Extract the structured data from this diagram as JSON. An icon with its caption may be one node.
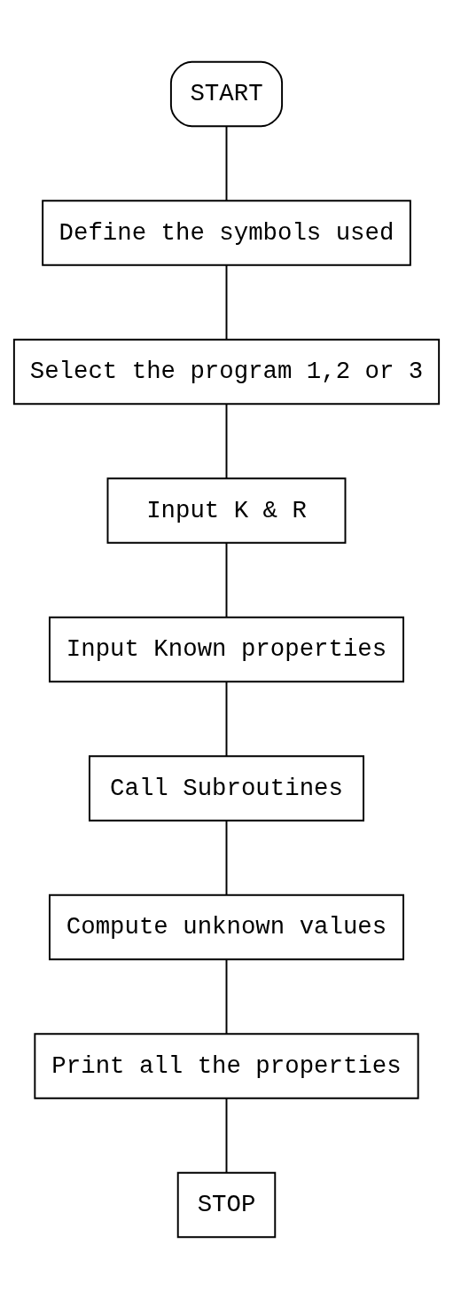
{
  "diagram": {
    "nodes": [
      {
        "text": [
          "START"
        ]
      },
      {
        "text": [
          "Define the symbols used"
        ]
      },
      {
        "text": [
          "Select the program 1,2 or 3"
        ]
      },
      {
        "text": [
          "Input K & R"
        ]
      },
      {
        "text": [
          "Input Known properties"
        ]
      },
      {
        "text": [
          "Call Subroutines"
        ]
      },
      {
        "text": [
          "Compute unknown values"
        ]
      },
      {
        "text": [
          "Print all the properties"
        ]
      },
      {
        "text": [
          "STOP"
        ]
      }
    ],
    "edges": [
      {
        "from": 0,
        "to": 1,
        "arrow": "none"
      },
      {
        "from": 1,
        "to": 2,
        "arrow": "none"
      },
      {
        "from": 2,
        "to": 3,
        "arrow": "none"
      },
      {
        "from": 3,
        "to": 4,
        "arrow": "none"
      },
      {
        "from": 4,
        "to": 5,
        "arrow": "none"
      },
      {
        "from": 5,
        "to": 6,
        "arrow": "none"
      },
      {
        "from": 6,
        "to": 7,
        "arrow": "none"
      },
      {
        "from": 7,
        "to": 8,
        "arrow": "none"
      }
    ]
  }
}
